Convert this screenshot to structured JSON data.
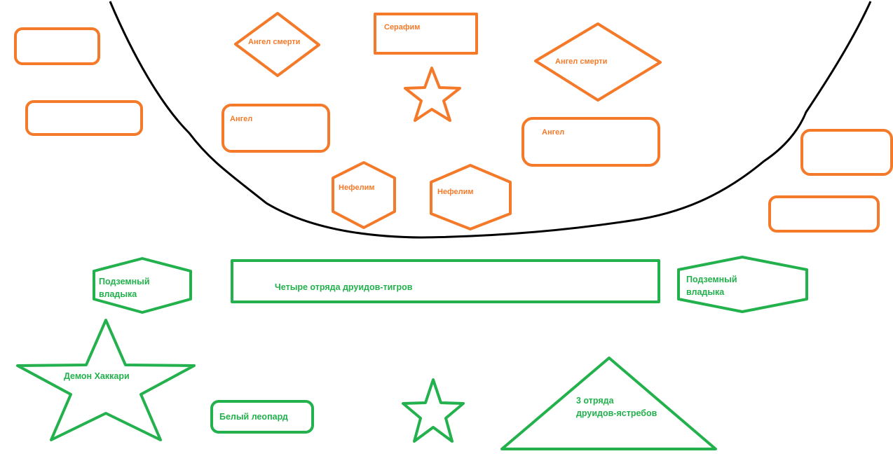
{
  "colors": {
    "enemy": "#f47a2a",
    "ally": "#22b14c",
    "boundary": "#000000",
    "background": "#ffffff"
  },
  "enemy_units": [
    {
      "shape": "rounded-rect",
      "label": ""
    },
    {
      "shape": "rounded-rect",
      "label": ""
    },
    {
      "shape": "diamond",
      "label": "Ангел смерти"
    },
    {
      "shape": "rect",
      "label": "Серафим"
    },
    {
      "shape": "diamond",
      "label": "Ангел смерти"
    },
    {
      "shape": "star",
      "label": ""
    },
    {
      "shape": "rounded-rect",
      "label": "Ангел"
    },
    {
      "shape": "rounded-rect",
      "label": "Ангел"
    },
    {
      "shape": "hexagon",
      "label": "Нефелим"
    },
    {
      "shape": "hexagon",
      "label": "Нефелим"
    },
    {
      "shape": "rounded-rect",
      "label": ""
    },
    {
      "shape": "rounded-rect",
      "label": ""
    }
  ],
  "ally_units": [
    {
      "shape": "hexagon",
      "label_lines": [
        "Подземный",
        "владыка"
      ]
    },
    {
      "shape": "rect",
      "label_lines": [
        "Четыре отряда друидов-тигров"
      ]
    },
    {
      "shape": "hexagon",
      "label_lines": [
        "Подземный",
        "владыка"
      ]
    },
    {
      "shape": "star",
      "label_lines": [
        "Демон Хаккари"
      ]
    },
    {
      "shape": "rounded-rect",
      "label_lines": [
        "Белый леопард"
      ]
    },
    {
      "shape": "star",
      "label_lines": []
    },
    {
      "shape": "triangle",
      "label_lines": [
        "3 отряда",
        "друидов-ястребов"
      ]
    }
  ]
}
